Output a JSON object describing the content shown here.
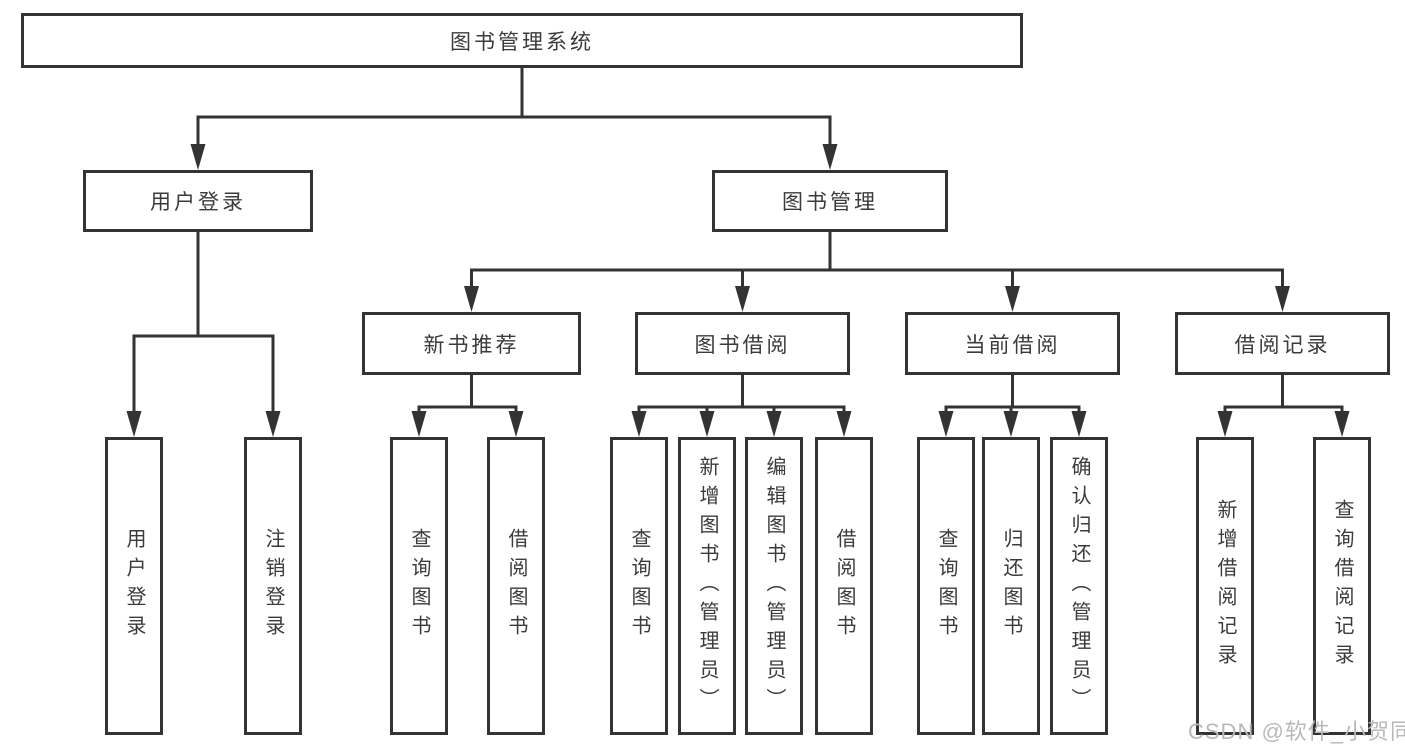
{
  "diagram": {
    "root": {
      "label": "图书管理系统"
    },
    "level2": [
      {
        "label": "用户登录"
      },
      {
        "label": "图书管理"
      }
    ],
    "level3": [
      {
        "label": "新书推荐"
      },
      {
        "label": "图书借阅"
      },
      {
        "label": "当前借阅"
      },
      {
        "label": "借阅记录"
      }
    ],
    "leaves": [
      {
        "label": "用户登录"
      },
      {
        "label": "注销登录"
      },
      {
        "label": "查询图书"
      },
      {
        "label": "借阅图书"
      },
      {
        "label": "查询图书"
      },
      {
        "label": "新增图书（管理员）"
      },
      {
        "label": "编辑图书（管理员）"
      },
      {
        "label": "借阅图书"
      },
      {
        "label": "查询图书"
      },
      {
        "label": "归还图书"
      },
      {
        "label": "确认归还（管理员）"
      },
      {
        "label": "新增借阅记录"
      },
      {
        "label": "查询借阅记录"
      }
    ]
  },
  "watermark": {
    "text": "CSDN @软件_小贺同学"
  },
  "colors": {
    "line": "#333333",
    "text": "#3b3b3b",
    "watermark": "#b9b9b9",
    "background": "#ffffff"
  }
}
